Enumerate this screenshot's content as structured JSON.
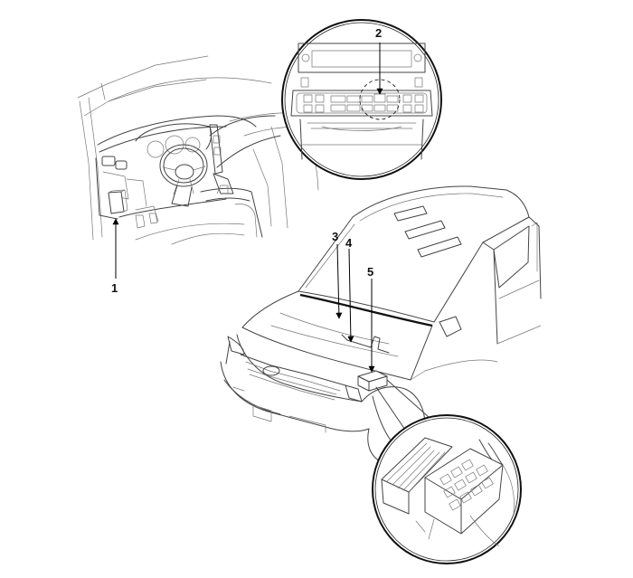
{
  "callouts": [
    {
      "id": "1",
      "label": "1"
    },
    {
      "id": "2",
      "label": "2"
    },
    {
      "id": "3",
      "label": "3"
    },
    {
      "id": "4",
      "label": "4"
    },
    {
      "id": "5",
      "label": "5"
    }
  ],
  "icons": [
    "dashboard-illustration",
    "climate-panel-magnifier",
    "vehicle-front-view",
    "engine-fusebox-magnifier"
  ]
}
